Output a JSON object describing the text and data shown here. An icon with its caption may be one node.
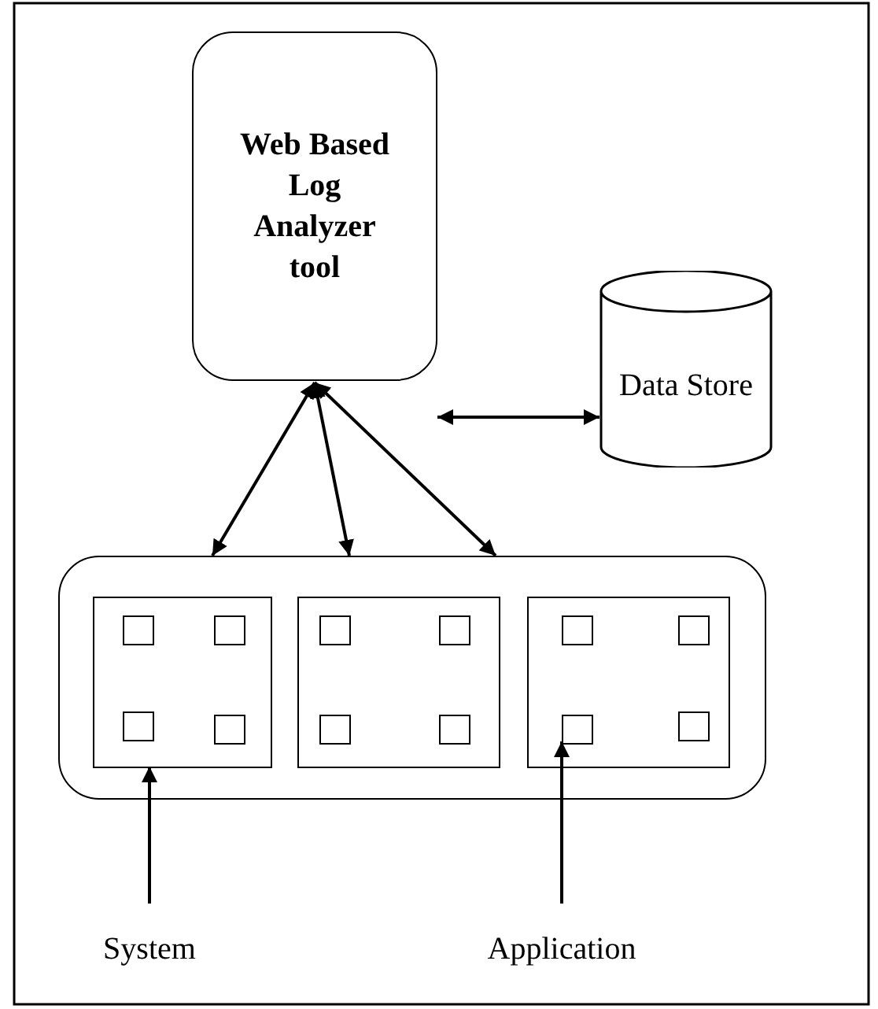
{
  "diagram": {
    "nodes": [
      {
        "text": [
          "Web Based Log Analyzer tool"
        ]
      },
      {
        "text": [
          "Data Store"
        ]
      },
      {
        "text": [],
        "shape": "box"
      },
      {
        "text": [],
        "shape": "box",
        "in": 2
      },
      {
        "text": [],
        "shape": "box",
        "in": 3
      },
      {
        "text": [],
        "shape": "box",
        "in": 3
      },
      {
        "text": [],
        "shape": "box",
        "in": 3
      },
      {
        "text": [],
        "shape": "box",
        "in": 3
      },
      {
        "text": [],
        "shape": "box",
        "in": 2
      },
      {
        "text": [],
        "shape": "box",
        "in": 8
      },
      {
        "text": [],
        "shape": "box",
        "in": 8
      },
      {
        "text": [],
        "shape": "box",
        "in": 8
      },
      {
        "text": [],
        "shape": "box",
        "in": 8
      },
      {
        "text": [],
        "shape": "box",
        "in": 2
      },
      {
        "text": [],
        "shape": "box",
        "in": 13
      },
      {
        "text": [],
        "shape": "box",
        "in": 13
      },
      {
        "text": [],
        "shape": "box",
        "in": 13
      },
      {
        "text": [],
        "shape": "box",
        "in": 13
      },
      {
        "text": [
          "System"
        ]
      },
      {
        "text": [
          "Application"
        ]
      }
    ],
    "edges": [
      {
        "from": 0,
        "to": 1,
        "arrow": "both"
      },
      {
        "from": 0,
        "to": 2,
        "arrow": "both"
      },
      {
        "from": 0,
        "to": 2,
        "arrow": "both"
      },
      {
        "from": 0,
        "to": 2,
        "arrow": "both"
      },
      {
        "from": 18,
        "to": 3,
        "arrow": "to"
      },
      {
        "from": 19,
        "to": 16,
        "arrow": "to"
      }
    ]
  }
}
